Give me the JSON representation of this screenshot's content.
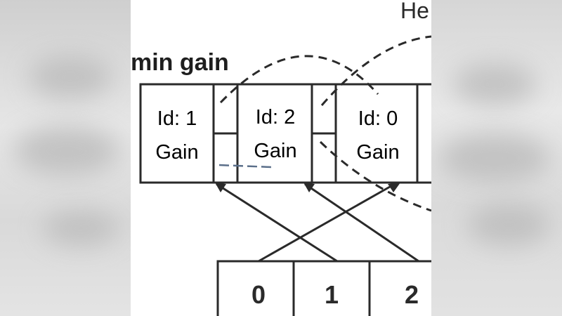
{
  "title": "min gain",
  "heap_label_partial": "He",
  "nodes": [
    {
      "id_label": "Id: 1",
      "gain_label": "Gain"
    },
    {
      "id_label": "Id: 2",
      "gain_label": "Gain"
    },
    {
      "id_label": "Id: 0",
      "gain_label": "Gain"
    }
  ],
  "index_cells": [
    "0",
    "1",
    "2"
  ],
  "colors": {
    "stroke": "#2a2a2a",
    "accent_dash": "#5b6f8a",
    "background": "#ffffff"
  }
}
